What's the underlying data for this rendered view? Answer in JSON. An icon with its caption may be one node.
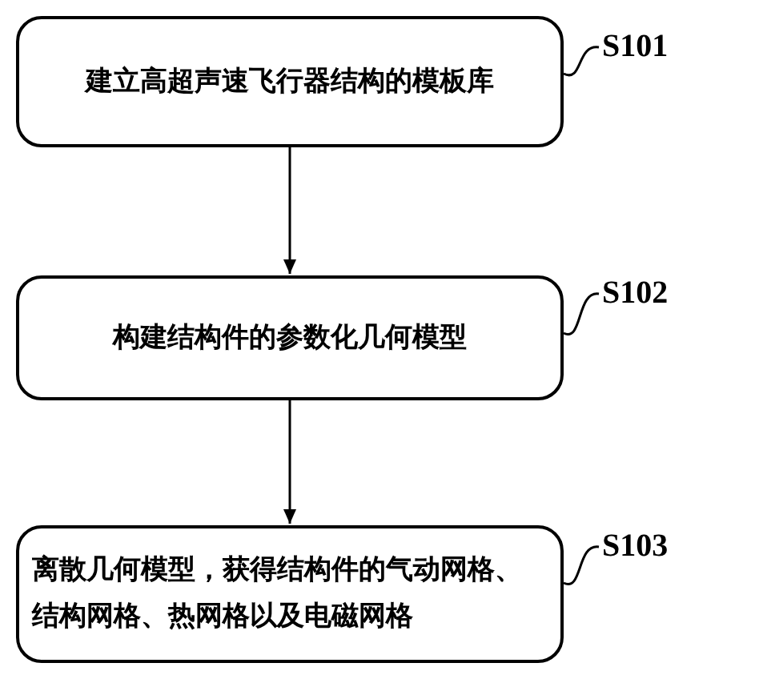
{
  "diagram": {
    "nodes": [
      {
        "text": [
          "建立高超声速飞行器结构的模板库"
        ]
      },
      {
        "text": [
          "构建结构件的参数化几何模型"
        ]
      },
      {
        "text": [
          "离散几何模型，获得结构件的气动网格、结构网格、热网格以及电磁网格"
        ]
      },
      {
        "text": [
          "S101"
        ]
      },
      {
        "text": [
          "S102"
        ]
      },
      {
        "text": [
          "S103"
        ]
      }
    ],
    "edges": [
      {
        "from": 0,
        "to": 1,
        "arrow": "to"
      },
      {
        "from": 1,
        "to": 2,
        "arrow": "to"
      },
      {
        "from": 3,
        "to": 0,
        "arrow": "none"
      },
      {
        "from": 4,
        "to": 1,
        "arrow": "none"
      },
      {
        "from": 5,
        "to": 2,
        "arrow": "none"
      }
    ]
  }
}
